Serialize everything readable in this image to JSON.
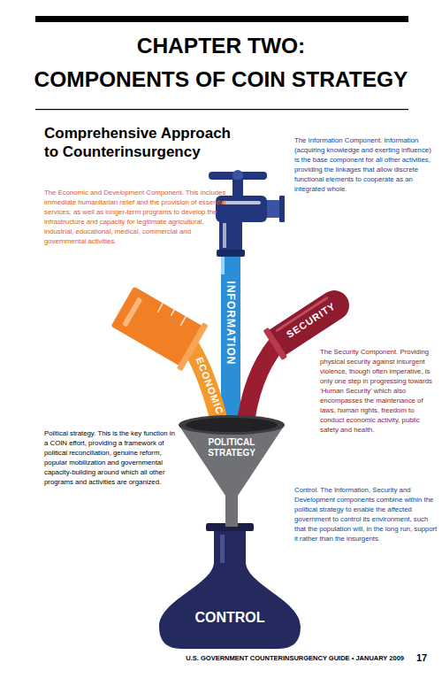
{
  "diagram": {
    "title": "COMPONENTS OF COIN STRATEGY",
    "nodes": [
      {
        "text": [
          "INFORMATION"
        ]
      },
      {
        "text": [
          "SECURITY"
        ]
      },
      {
        "text": [
          "ECONOMIC"
        ]
      },
      {
        "text": [
          "POLITICAL STRATEGY"
        ]
      },
      {
        "text": [
          "CONTROL"
        ]
      }
    ],
    "labels": [
      "CHAPTER TWO:",
      "Comprehensive Approach to Counterinsurgency",
      "The Economic and Development Component. This includes immediate humanitarian relief and the provision of essential services, as well as longer-term programs to develop the infrastructure and capacity for legitimate agricultural, industrial, educational, medical, commercial and governmental activities.",
      "The Information Component. Information (acquiring knowledge and exerting influence) is the base component for all other activities, providing the linkages that allow discrete functional elements to cooperate as an integrated whole.",
      "The Security Component. Providing physical security against insurgent violence, though often imperative, is only one step in progressing towards ‘Human Security’ which also encompasses the maintenance of laws, human rights, freedom to conduct economic activity, public safety and health.",
      "Political strategy. This is the key function in a COIN effort, providing a framework of political reconciliation, genuine reform, popular mobilization and governmental capacity-building around which all other programs and activities are organized.",
      "Control. The Information, Security and Development components combine within the political strategy to enable the affected government to control its environment, such that the population will, in the long run, support it rather than the insurgents.",
      "U.S. GOVERNMENT COUNTERINSURGENCY GUIDE • JANUARY 2009",
      "17"
    ]
  }
}
